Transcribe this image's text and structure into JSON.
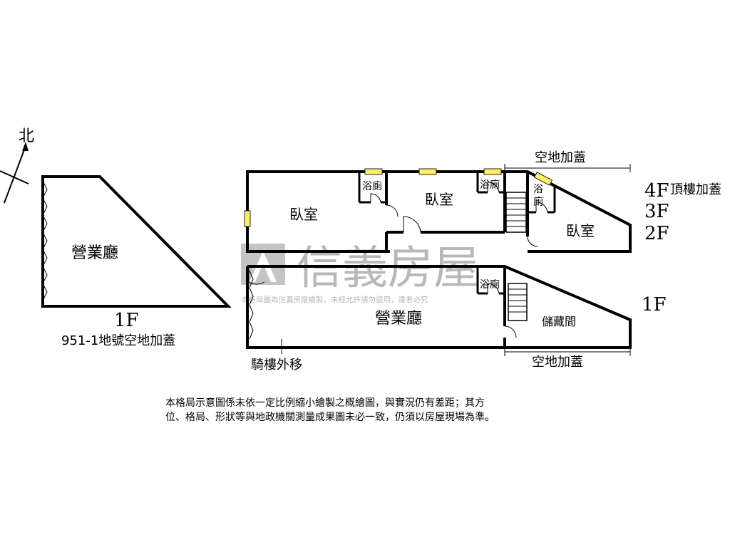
{
  "compass": {
    "label": "北"
  },
  "left_plan": {
    "room": "營業廳",
    "floor": "1F",
    "caption": "951-1地號空地加蓋"
  },
  "upper_plan": {
    "top_annotation": "空地加蓋",
    "rooms": {
      "bedroom_left": "臥室",
      "bedroom_mid": "臥室",
      "bedroom_right": "臥室",
      "bath_1": "浴廁",
      "bath_2": "浴廁",
      "bath_3_top": "浴",
      "bath_3_bottom": "廁"
    },
    "floors": {
      "f4": "4F",
      "f4_note": "頂樓加蓋",
      "f3": "3F",
      "f2": "2F"
    }
  },
  "lower_plan": {
    "hall": "營業廳",
    "bath": "浴廁",
    "storage": "儲藏間",
    "floor": "1F",
    "bottom_annotation": "空地加蓋",
    "arcade_note": "騎樓外移"
  },
  "watermark": {
    "brand": "信義房屋",
    "notice": "本格局圖為信義房屋繪製，未經允許請勿盜用，違者必究"
  },
  "disclaimer": {
    "line1": "本格局示意圖係未依一定比例縮小繪製之概繪圖，與實況仍有差距；其方",
    "line2": "位、格局、形狀等與地政機關測量成果圖未必一致，仍須以房屋現場為準。"
  }
}
